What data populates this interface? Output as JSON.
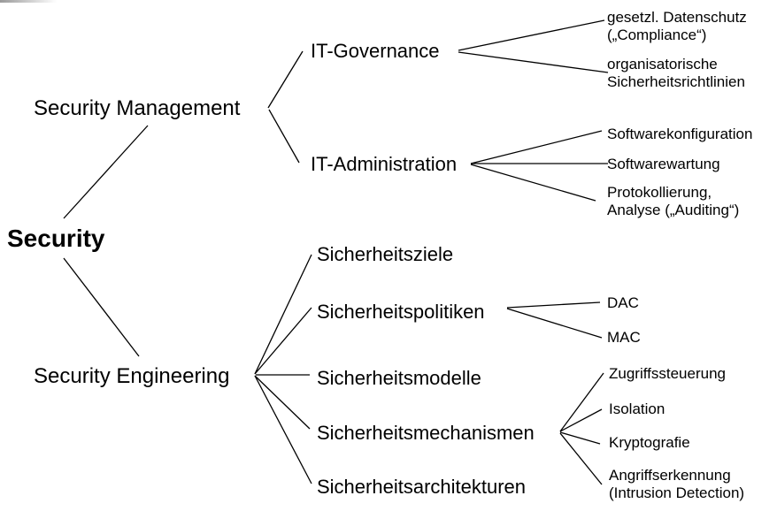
{
  "tree": {
    "label": "Security",
    "children": [
      {
        "label": "Security Management",
        "children": [
          {
            "label": "IT-Governance",
            "children": [
              {
                "label": "gesetzl. Datenschutz\n(„Compliance“)"
              },
              {
                "label": "organisatorische\nSicherheitsrichtlinien"
              }
            ]
          },
          {
            "label": "IT-Administration",
            "children": [
              {
                "label": "Softwarekonfiguration"
              },
              {
                "label": "Softwarewartung"
              },
              {
                "label": "Protokollierung,\nAnalyse („Auditing“)"
              }
            ]
          }
        ]
      },
      {
        "label": "Security Engineering",
        "children": [
          {
            "label": "Sicherheitsziele"
          },
          {
            "label": "Sicherheitspolitiken",
            "children": [
              {
                "label": "DAC"
              },
              {
                "label": "MAC"
              }
            ]
          },
          {
            "label": "Sicherheitsmodelle"
          },
          {
            "label": "Sicherheitsmechanismen",
            "children": [
              {
                "label": "Zugriffssteuerung"
              },
              {
                "label": "Isolation"
              },
              {
                "label": "Kryptografie"
              },
              {
                "label": "Angriffserkennung\n(Intrusion Detection)"
              }
            ]
          },
          {
            "label": "Sicherheitsarchitekturen"
          }
        ]
      }
    ]
  },
  "edges": [
    [
      72,
      247,
      167,
      142
    ],
    [
      72,
      292,
      157,
      403
    ],
    [
      303,
      122,
      342,
      58
    ],
    [
      304,
      124,
      338,
      184
    ],
    [
      518,
      57,
      683,
      23
    ],
    [
      518,
      59,
      687,
      82
    ],
    [
      532,
      185,
      680,
      148
    ],
    [
      532,
      185,
      687,
      185
    ],
    [
      532,
      186,
      673,
      227
    ],
    [
      288,
      423,
      352,
      288
    ],
    [
      288,
      423,
      352,
      348
    ],
    [
      289,
      424,
      350,
      424
    ],
    [
      288,
      425,
      350,
      485
    ],
    [
      288,
      425,
      352,
      547
    ],
    [
      573,
      348,
      678,
      342
    ],
    [
      573,
      349,
      680,
      382
    ],
    [
      633,
      488,
      682,
      422
    ],
    [
      633,
      488,
      680,
      463
    ],
    [
      633,
      489,
      678,
      502
    ],
    [
      633,
      490,
      680,
      548
    ]
  ],
  "colors": {
    "line": "#000000",
    "text": "#000000",
    "background": "#ffffff"
  }
}
